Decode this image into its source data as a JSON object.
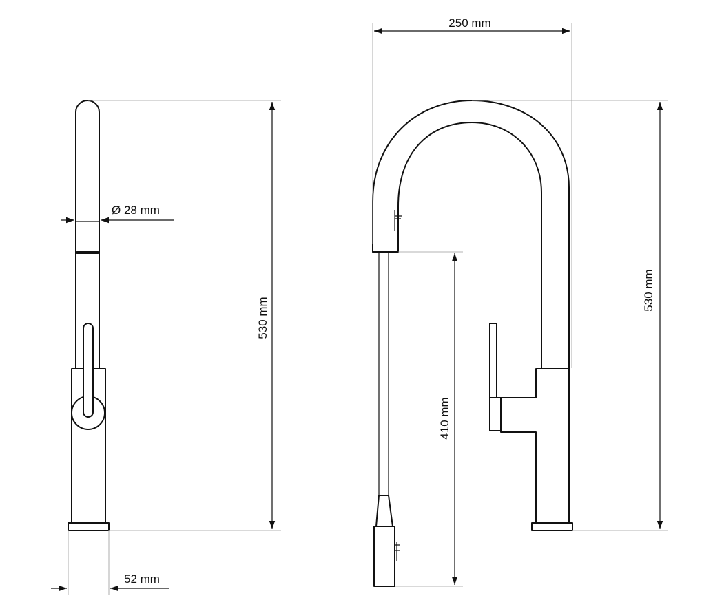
{
  "dimensions": {
    "side_height": "530 mm",
    "diameter": "Ø 28 mm",
    "base_width": "52 mm",
    "reach": "250 mm",
    "front_height": "530 mm",
    "spout_height": "410 mm"
  },
  "colors": {
    "line": "#111111",
    "extension": "#9a9a9a",
    "background": "#ffffff"
  }
}
